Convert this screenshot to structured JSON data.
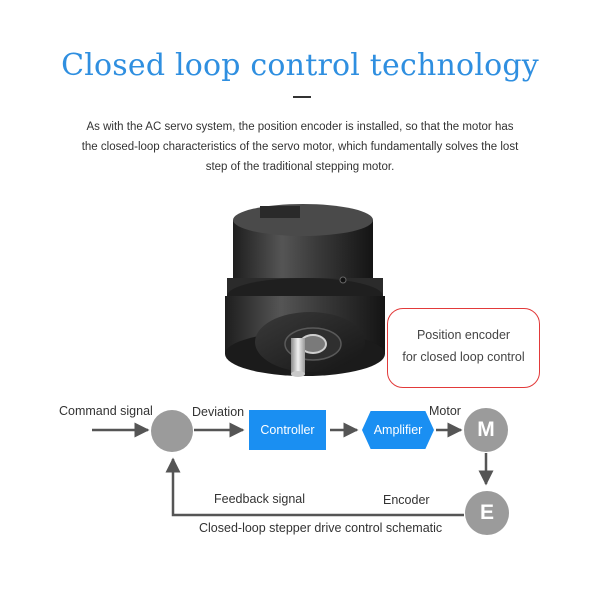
{
  "header": {
    "title": "Closed loop control technology",
    "description": "As with the AC servo system, the position encoder is installed, so that the motor has the closed-loop characteristics of the servo motor, which fundamentally solves the lost step of the traditional stepping motor."
  },
  "callout": {
    "line1": "Position encoder",
    "line2": "for closed loop control"
  },
  "diagram": {
    "command_signal": "Command signal",
    "deviation": "Deviation",
    "controller": "Controller",
    "amplifier": "Amplifier",
    "motor": "Motor",
    "motor_node": "M",
    "feedback_signal": "Feedback signal",
    "encoder": "Encoder",
    "encoder_node": "E",
    "caption": "Closed-loop stepper drive control schematic"
  },
  "colors": {
    "accent": "#2f8fe0",
    "block_fill": "#1a8ff2",
    "node_fill": "#9b9b9b",
    "callout_border": "#e23a3a"
  }
}
